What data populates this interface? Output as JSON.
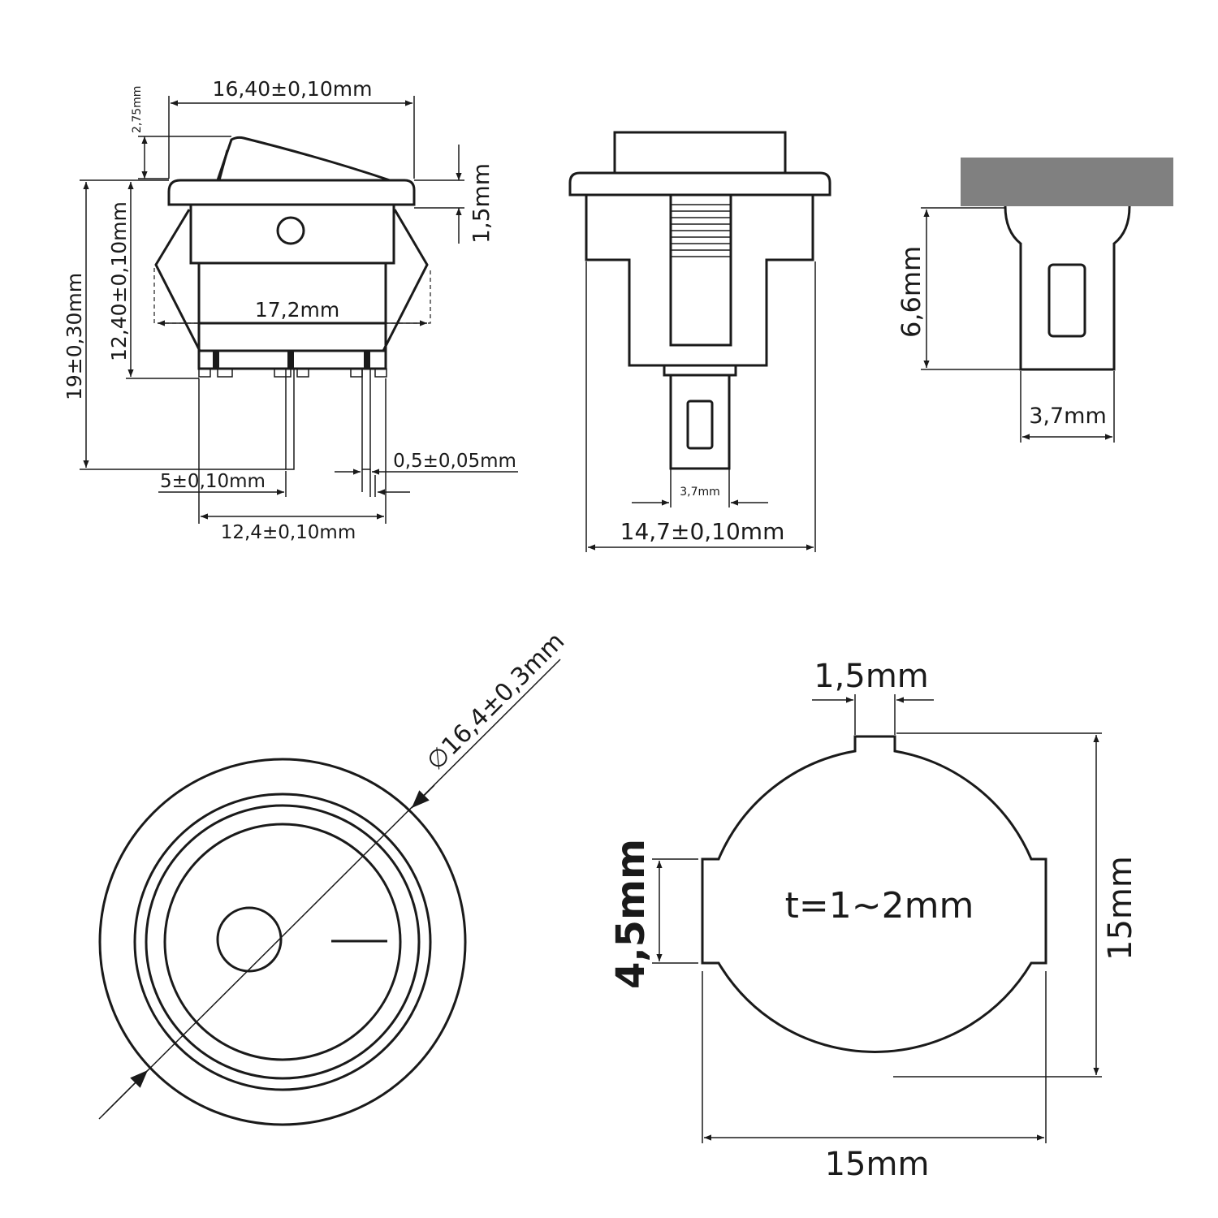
{
  "colors": {
    "line": "#1a1a1a",
    "background": "#ffffff",
    "panel": "#808080"
  },
  "side_view": {
    "width_top": "16,40±0,10mm",
    "rocker_height": "2,75mm",
    "flange_thickness": "1,5mm",
    "total_height": "19±0,30mm",
    "body_height": "12,40±0,10mm",
    "clip_span": "17,2mm",
    "pin_offset": "5±0,10mm",
    "pin_thickness": "0,5±0,05mm",
    "pin_span": "12,4±0,10mm"
  },
  "front_view": {
    "terminal_width": "3,7mm",
    "body_width": "14,7±0,10mm"
  },
  "panel_view": {
    "clip_depth": "6,6mm",
    "clip_width": "3,7mm"
  },
  "top_view": {
    "diameter": "∅16,4±0,3mm"
  },
  "cutout_view": {
    "notch_width": "1,5mm",
    "tab_height": "4,5mm",
    "height": "15mm",
    "width": "15mm",
    "thickness": "t=1~2mm"
  }
}
